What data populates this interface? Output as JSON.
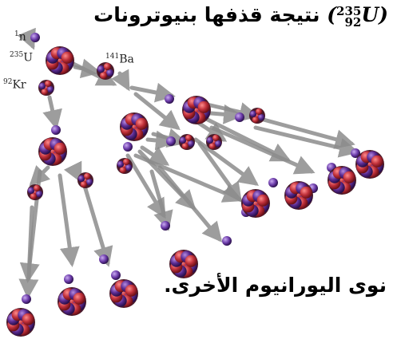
{
  "title": {
    "text": "نتيجة قذفها بنيوترونات",
    "mass_number": "235",
    "atomic_number": "92",
    "symbol": "U"
  },
  "labels": {
    "neutron": {
      "mass": "1",
      "symbol": "n"
    },
    "uranium": {
      "mass": "235",
      "symbol": "U"
    },
    "barium": {
      "mass": "141",
      "symbol": "Ba"
    },
    "krypton": {
      "mass": "92",
      "symbol": "Kr"
    }
  },
  "caption": "نوى اليورانيوم الأخرى.",
  "colors": {
    "nucleus_red": "#b3262e",
    "nucleus_purple": "#5a2a8a",
    "neutron": "#6a3aa8",
    "arrow": "#8c8c8c"
  }
}
